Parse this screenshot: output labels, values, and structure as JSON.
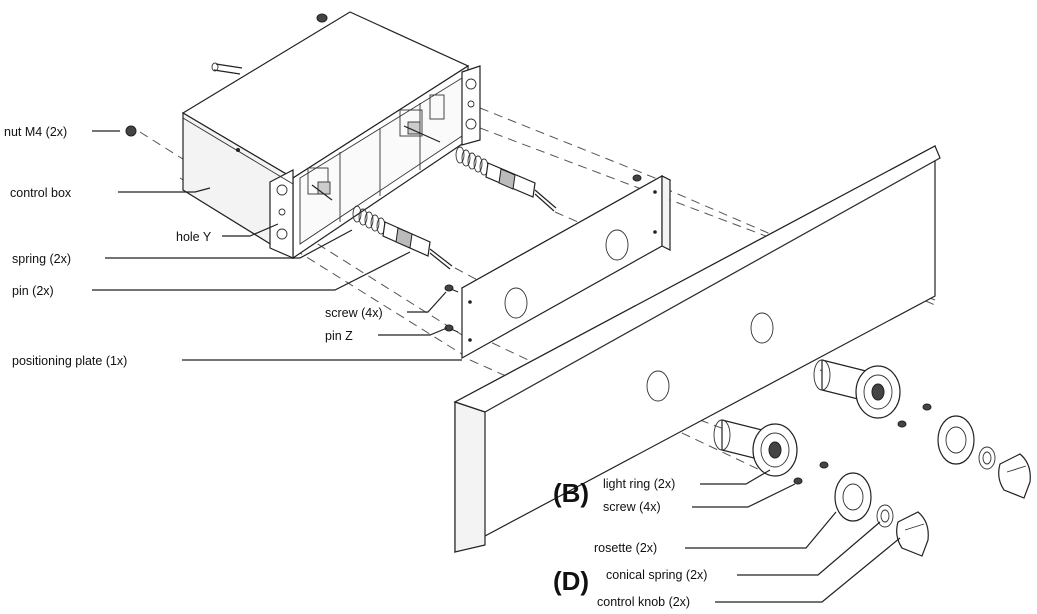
{
  "labels": {
    "nut": "nut M4 (2x)",
    "control_box": "control box",
    "hole_y": "hole Y",
    "spring": "spring (2x)",
    "pin": "pin (2x)",
    "screw_top": "screw (4x)",
    "pin_z": "pin Z",
    "positioning_plate": "positioning plate (1x)",
    "light_ring": "light ring (2x)",
    "screw_bottom": "screw (4x)",
    "rosette": "rosette (2x)",
    "conical_spring": "conical spring (2x)",
    "control_knob": "control knob (2x)",
    "group_b": "(B)",
    "group_d": "(D)"
  },
  "colors": {
    "line": "#222222",
    "text": "#111111",
    "background": "#ffffff"
  }
}
